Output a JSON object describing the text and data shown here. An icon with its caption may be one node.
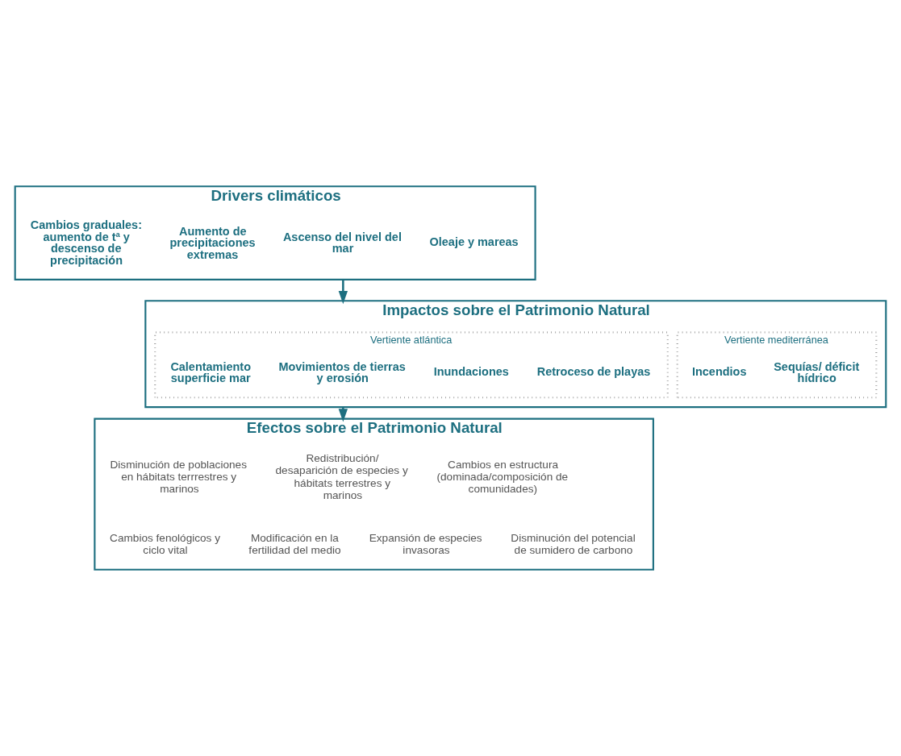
{
  "diagram": {
    "nodes": [
      {
        "text": [
          "Drivers climáticos"
        ]
      },
      {
        "text": [
          "Cambios graduales: aumento de tª y descenso de precipitación"
        ],
        "in": 0
      },
      {
        "text": [
          "Aumento de precipitaciones extremas"
        ],
        "in": 0
      },
      {
        "text": [
          "Ascenso del nivel del mar"
        ],
        "in": 0
      },
      {
        "text": [
          "Oleaje y mareas"
        ],
        "in": 0
      },
      {
        "text": [
          "Impactos sobre el Patrimonio Natural"
        ]
      },
      {
        "text": [
          "Vertiente mediterránea"
        ],
        "in": 5
      },
      {
        "text": [
          "Incendios"
        ],
        "in": 6
      },
      {
        "text": [
          "Sequías/ déficit hídrico"
        ],
        "in": 6
      },
      {
        "text": [
          "Vertiente atlántica"
        ],
        "in": 5
      },
      {
        "text": [
          "Calentamiento superficie mar"
        ],
        "in": 9
      },
      {
        "text": [
          "Movimientos de tierras y erosión"
        ],
        "in": 9
      },
      {
        "text": [
          "Inundaciones"
        ],
        "in": 9
      },
      {
        "text": [
          "Retroceso de playas"
        ],
        "in": 9
      },
      {
        "text": [
          "Efectos sobre el Patrimonio Natural"
        ]
      },
      {
        "text": [
          "Disminución de poblaciones en hábitats terrrestres y marinos"
        ],
        "in": 14
      },
      {
        "text": [
          "Redistribución/ desaparición de especies y hábitats terrestres y marinos"
        ],
        "in": 14
      },
      {
        "text": [
          "Cambios en estructura (dominada/composición de comunidades)"
        ],
        "in": 14
      },
      {
        "text": [
          "Cambios fenológicos y ciclo vital"
        ],
        "in": 14
      },
      {
        "text": [
          "Modificación en la fertilidad del medio"
        ],
        "in": 14
      },
      {
        "text": [
          "Expansión de especies invasoras"
        ],
        "in": 14
      },
      {
        "text": [
          "Disminución del potencial de sumidero de carbono"
        ],
        "in": 14
      }
    ],
    "edges": [
      {
        "from": 0,
        "to": 5,
        "arrow": "to"
      },
      {
        "from": 5,
        "to": 14,
        "arrow": "to"
      }
    ]
  }
}
